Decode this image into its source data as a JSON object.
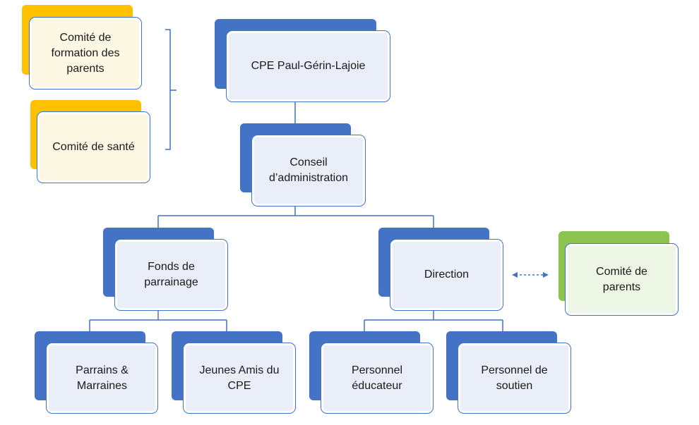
{
  "colors": {
    "accent_blue": "#4472c4",
    "accent_yellow": "#ffc000",
    "accent_green": "#8cc450",
    "connector": "#4472c4"
  },
  "nodes": {
    "root": "CPE Paul-Gérin-Lajoie",
    "conseil": "Conseil\nd’administration",
    "fonds": "Fonds de\nparrainage",
    "direction": "Direction",
    "parrains": "Parrains &\nMarraines",
    "jeunes": "Jeunes Amis du\nCPE",
    "educateur": "Personnel\néducateur",
    "soutien": "Personnel de\nsoutien",
    "comite_formation": "Comité de\nformation des\nparents",
    "comite_sante": "Comité de santé",
    "comite_parents": "Comité de\nparents"
  }
}
